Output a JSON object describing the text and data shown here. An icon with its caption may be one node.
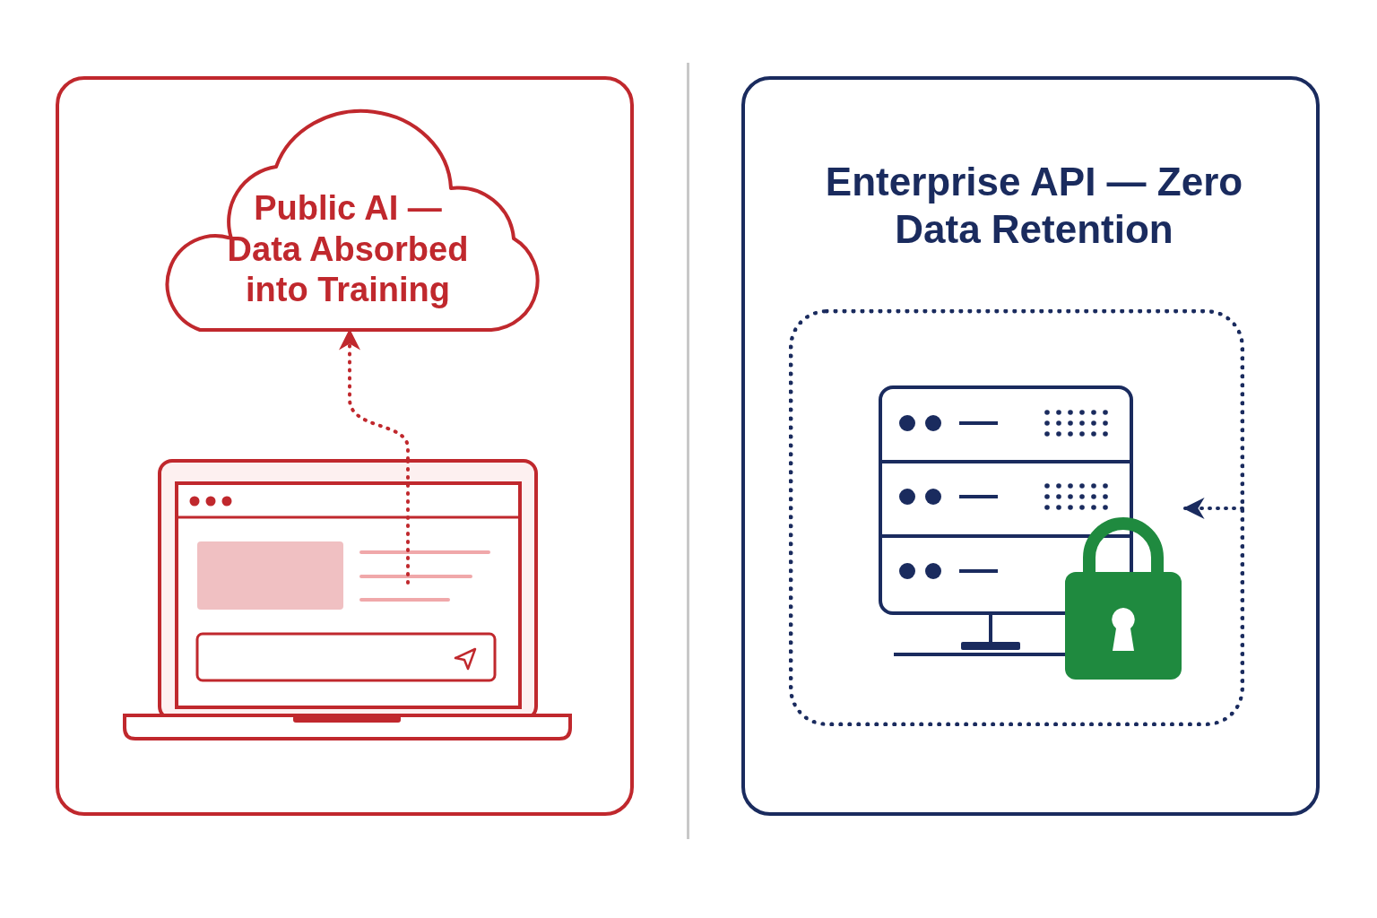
{
  "diagram": {
    "nodes": [
      {
        "text": [],
        "shape": "box"
      },
      {
        "text": [
          "Public AI — Data Absorbed into Training"
        ],
        "in": 0
      },
      {
        "text": [],
        "shape": "picture",
        "in": 0
      },
      {
        "text": [
          "Enterprise API — Zero Data Retention"
        ]
      },
      {
        "text": [],
        "shape": "box",
        "in": 3
      },
      {
        "text": [],
        "shape": "picture",
        "in": 4
      }
    ],
    "edges": [
      {
        "from": 2,
        "to": 1,
        "arrow": "to",
        "style": "dashed",
        "color": "#c0282d"
      },
      {
        "from": 4,
        "to": 5,
        "arrow": "to",
        "style": "dashed",
        "color": "#1a2b5e"
      }
    ]
  }
}
